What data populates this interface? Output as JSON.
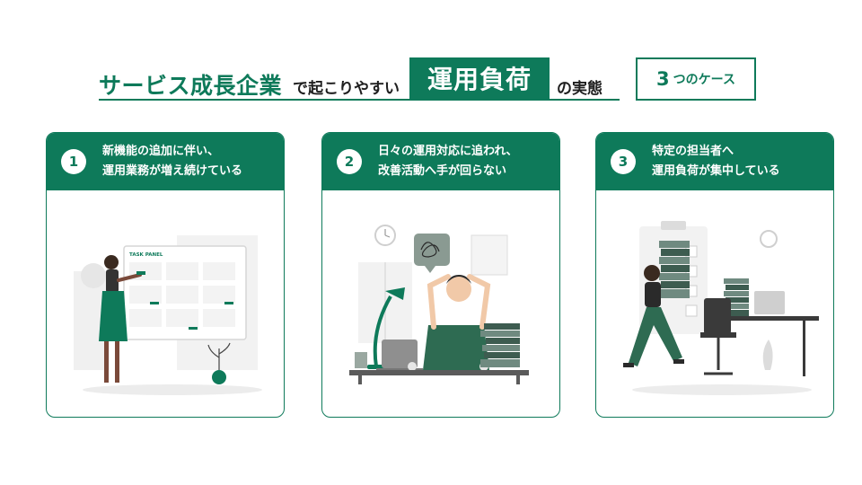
{
  "header": {
    "title_green": "サービス成長企業",
    "title_mid": "で起こりやすい",
    "title_highlight": "運用負荷",
    "title_end": "の実態",
    "badge_number": "3",
    "badge_label": "つのケース"
  },
  "colors": {
    "accent": "#0e7a5a",
    "light_gray": "#ececec",
    "mid_gray": "#cfcfcf"
  },
  "cards": [
    {
      "number": "1",
      "line1": "新機能の追加に伴い、",
      "line2": "運用業務が増え続けている",
      "illustration": "woman-at-task-panel",
      "panel_title": "TASK PANEL"
    },
    {
      "number": "2",
      "line1": "日々の運用対応に追われ、",
      "line2": "改善活動へ手が回らない",
      "illustration": "stressed-man-at-desk"
    },
    {
      "number": "3",
      "line1": "特定の担当者へ",
      "line2": "運用負荷が集中している",
      "illustration": "woman-carrying-documents"
    }
  ]
}
